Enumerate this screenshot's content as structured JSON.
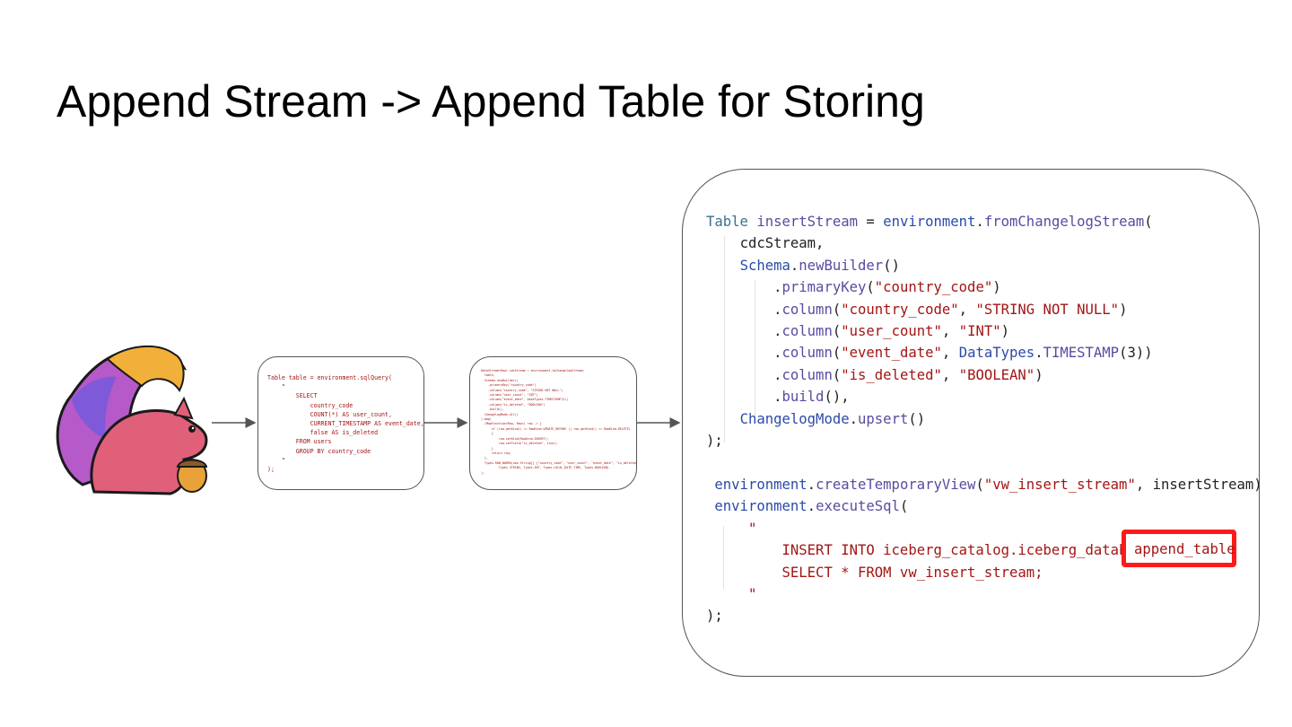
{
  "slide": {
    "title": "Append Stream -> Append Table for Storing"
  },
  "mascot": {
    "icon": "squirrel-icon"
  },
  "sql_card": {
    "code": "Table table = environment.sqlQuery(\n    \"\n        SELECT\n            country_code\n            COUNT(*) AS user_count,\n            CURRENT_TIMESTAMP AS event_date,\n            false AS is_deleted\n        FROM users\n        GROUP BY country_code\n    \"\n);"
  },
  "convert_card": {
    "code": "DataStream<Row> cdcStream = environment.toChangelogStream(\n  table,\n  Schema.newBuilder()\n    .primaryKey(\"country_code\")\n    .column(\"country_code\", \"STRING NOT NULL\")\n    .column(\"user_count\", \"INT\")\n    .column(\"event_date\", DataTypes.TIMESTAMP(3))\n    .column(\"is_deleted\", \"BOOLEAN\")\n    .build(),\n  ChangelogMode.all()\n).map(\n  (MapFunction<Row, Row>) row -> {\n      if (row.getKind() == RowKind.UPDATE_BEFORE || row.getKind() == RowKind.DELETE)\n      {\n          row.setKind(RowKind.INSERT);\n          row.setField(\"is_deleted\", true);\n      }\n      return row;\n  },\n  Types.ROW_NAMED(new String[] {\"country_code\", \"user_count\", \"event_date\", \"is_deleted\"},\n          Types.STRING, Types.INT, Types.LOCAL_DATE_TIME, Types.BOOLEAN)\n);"
  },
  "main_card": {
    "line1_type": "Table",
    "line1_var": "insertStream",
    "line1_obj": "environment",
    "line1_method": "fromChangelogStream",
    "line2": "cdcStream,",
    "line3_type": "Schema",
    "line3_method": "newBuilder",
    "pk": "\"country_code\"",
    "col1_name": "\"country_code\"",
    "col1_type": "\"STRING NOT NULL\"",
    "col2_name": "\"user_count\"",
    "col2_type": "\"INT\"",
    "col3_name": "\"event_date\"",
    "col3_type_obj": "DataTypes",
    "col3_type_method": "TIMESTAMP",
    "col4_name": "\"is_deleted\"",
    "col4_type": "\"BOOLEAN\"",
    "mode_type": "ChangelogMode",
    "mode_method": "upsert",
    "view_name": "\"vw_insert_stream\"",
    "view_arg": "insertStream",
    "exec_method": "executeSql",
    "quote": "\"",
    "sql_line1": "INSERT INTO iceberg_catalog.iceberg_database.",
    "sql_line2": "SELECT * FROM vw_insert_stream;",
    "highlight": "append_table",
    "highlight_color": "#ff1a1a"
  }
}
